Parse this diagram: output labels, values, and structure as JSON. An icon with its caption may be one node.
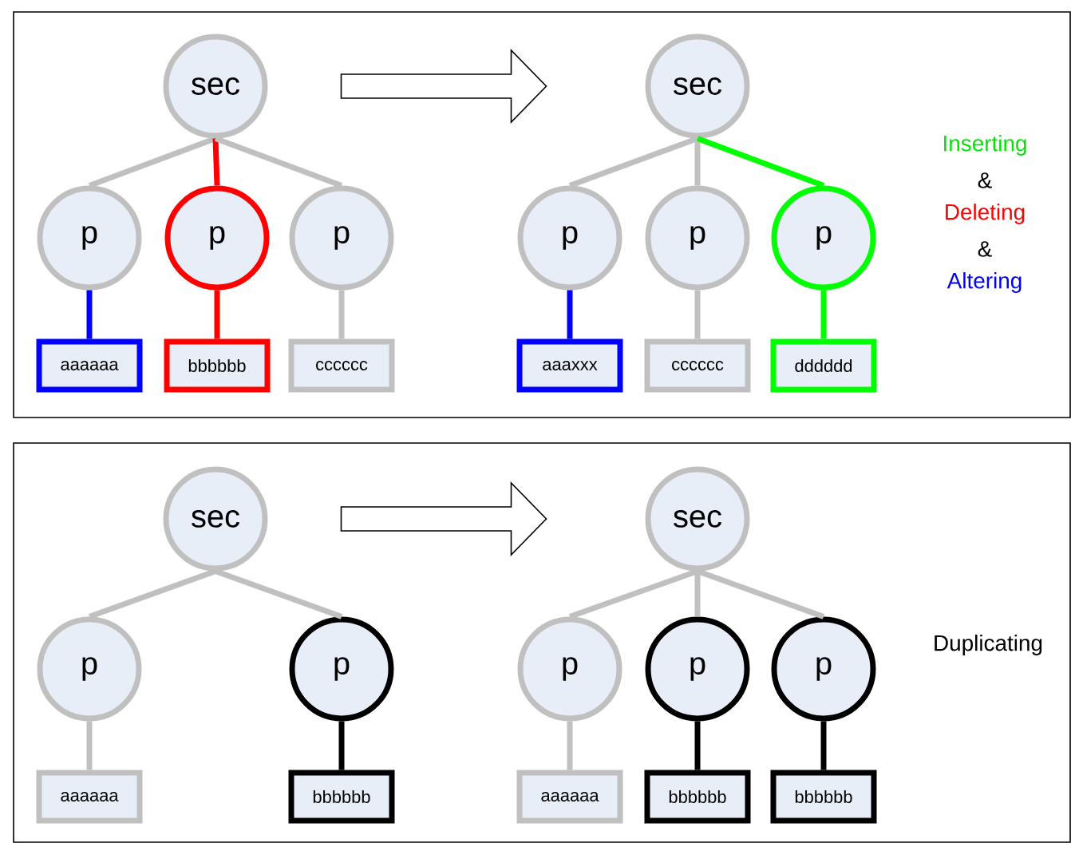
{
  "diagram": {
    "nodes": [
      {
        "text": [],
        "shape": "box"
      },
      {
        "text": [
          "sec"
        ],
        "in": 0
      },
      {
        "text": [
          "p"
        ],
        "in": 0
      },
      {
        "text": [
          "p"
        ],
        "in": 0
      },
      {
        "text": [
          "p"
        ],
        "in": 0
      },
      {
        "text": [
          "aaaaaa"
        ],
        "in": 0
      },
      {
        "text": [
          "bbbbbb"
        ],
        "in": 0
      },
      {
        "text": [
          "cccccc"
        ],
        "in": 0
      },
      {
        "text": [
          "sec"
        ],
        "in": 0
      },
      {
        "text": [
          "p"
        ],
        "in": 0
      },
      {
        "text": [
          "p"
        ],
        "in": 0
      },
      {
        "text": [
          "p"
        ],
        "in": 0
      },
      {
        "text": [
          "aaaxxx"
        ],
        "in": 0
      },
      {
        "text": [
          "cccccc"
        ],
        "in": 0
      },
      {
        "text": [
          "dddddd"
        ],
        "in": 0
      },
      {
        "text": [],
        "shape": "box"
      },
      {
        "text": [
          "sec"
        ],
        "in": 15
      },
      {
        "text": [
          "p"
        ],
        "in": 15
      },
      {
        "text": [
          "p"
        ],
        "in": 15
      },
      {
        "text": [
          "aaaaaa"
        ],
        "in": 15
      },
      {
        "text": [
          "bbbbbb"
        ],
        "in": 15
      },
      {
        "text": [
          "sec"
        ],
        "in": 15
      },
      {
        "text": [
          "p"
        ],
        "in": 15
      },
      {
        "text": [
          "p"
        ],
        "in": 15
      },
      {
        "text": [
          "p"
        ],
        "in": 15
      },
      {
        "text": [
          "aaaaaa"
        ],
        "in": 15
      },
      {
        "text": [
          "bbbbbb"
        ],
        "in": 15
      },
      {
        "text": [
          "bbbbbb"
        ],
        "in": 15
      }
    ],
    "edges": [
      {
        "from": 1,
        "to": 2,
        "arrow": "none"
      },
      {
        "from": 1,
        "to": 3,
        "arrow": "none",
        "color": "#ff0000"
      },
      {
        "from": 1,
        "to": 4,
        "arrow": "none"
      },
      {
        "from": 2,
        "to": 5,
        "arrow": "none",
        "color": "#0000ff"
      },
      {
        "from": 3,
        "to": 6,
        "arrow": "none",
        "color": "#ff0000"
      },
      {
        "from": 4,
        "to": 7,
        "arrow": "none"
      },
      {
        "from": 1,
        "to": 8,
        "arrow": "to",
        "color": "#000000"
      },
      {
        "from": 8,
        "to": 9,
        "arrow": "none"
      },
      {
        "from": 8,
        "to": 10,
        "arrow": "none"
      },
      {
        "from": 8,
        "to": 11,
        "arrow": "none",
        "color": "#00ff00"
      },
      {
        "from": 9,
        "to": 12,
        "arrow": "none",
        "color": "#0000ff"
      },
      {
        "from": 10,
        "to": 13,
        "arrow": "none"
      },
      {
        "from": 11,
        "to": 14,
        "arrow": "none",
        "color": "#00ff00"
      },
      {
        "from": 16,
        "to": 17,
        "arrow": "none"
      },
      {
        "from": 16,
        "to": 18,
        "arrow": "none"
      },
      {
        "from": 17,
        "to": 19,
        "arrow": "none"
      },
      {
        "from": 18,
        "to": 20,
        "arrow": "none",
        "color": "#000000"
      },
      {
        "from": 16,
        "to": 21,
        "arrow": "to",
        "color": "#000000"
      },
      {
        "from": 21,
        "to": 22,
        "arrow": "none"
      },
      {
        "from": 21,
        "to": 23,
        "arrow": "none"
      },
      {
        "from": 21,
        "to": 24,
        "arrow": "none"
      },
      {
        "from": 22,
        "to": 25,
        "arrow": "none"
      },
      {
        "from": 23,
        "to": 26,
        "arrow": "none",
        "color": "#000000"
      },
      {
        "from": 24,
        "to": 27,
        "arrow": "none",
        "color": "#000000"
      }
    ],
    "labels": [
      "Inserting",
      "&",
      "Deleting",
      "&",
      "Altering",
      "Duplicating"
    ]
  }
}
